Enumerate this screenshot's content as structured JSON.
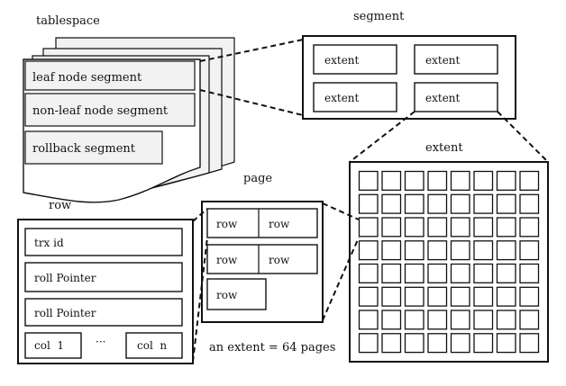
{
  "tablespace": {
    "title": "tablespace",
    "segments": [
      "leaf node segment",
      "non-leaf node segment",
      "rollback segment"
    ]
  },
  "segment": {
    "title": "segment",
    "extents": [
      "extent",
      "extent",
      "extent",
      "extent"
    ]
  },
  "extent": {
    "title": "extent",
    "grid_rows": 8,
    "grid_cols": 8
  },
  "page": {
    "title": "page",
    "rows": [
      "row",
      "row",
      "row",
      "row",
      "row"
    ],
    "note": "an extent = 64 pages"
  },
  "row": {
    "title": "row",
    "fields": [
      "trx id",
      "roll Pointer",
      "roll Pointer"
    ],
    "col_first": "col  1",
    "ellipsis": "···",
    "col_last": "col  n"
  },
  "colors": {
    "line": "#111111",
    "panel_gray": "#f2f2f2",
    "background": "#ffffff"
  }
}
